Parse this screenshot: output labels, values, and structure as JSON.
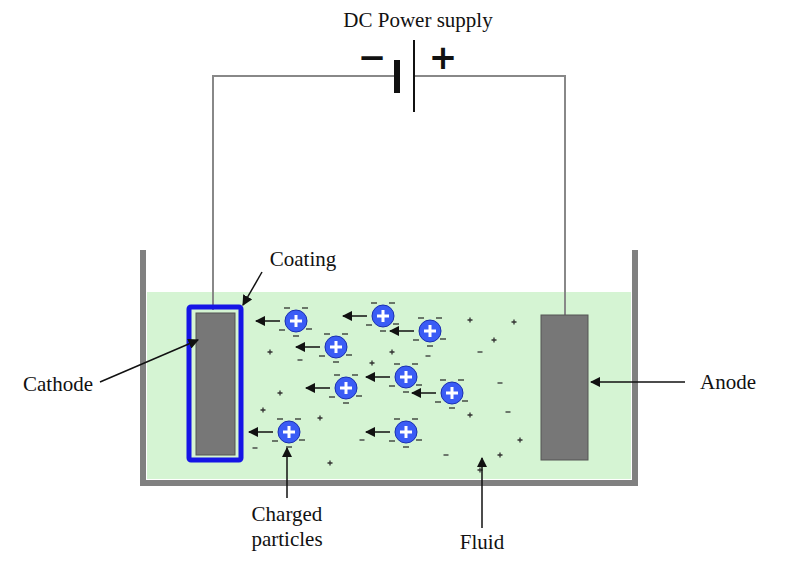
{
  "diagram": {
    "labels": [
      "DC Power supply",
      "−",
      "+",
      "Coating",
      "Cathode",
      "Anode",
      "Charged particles",
      "Fluid"
    ]
  }
}
